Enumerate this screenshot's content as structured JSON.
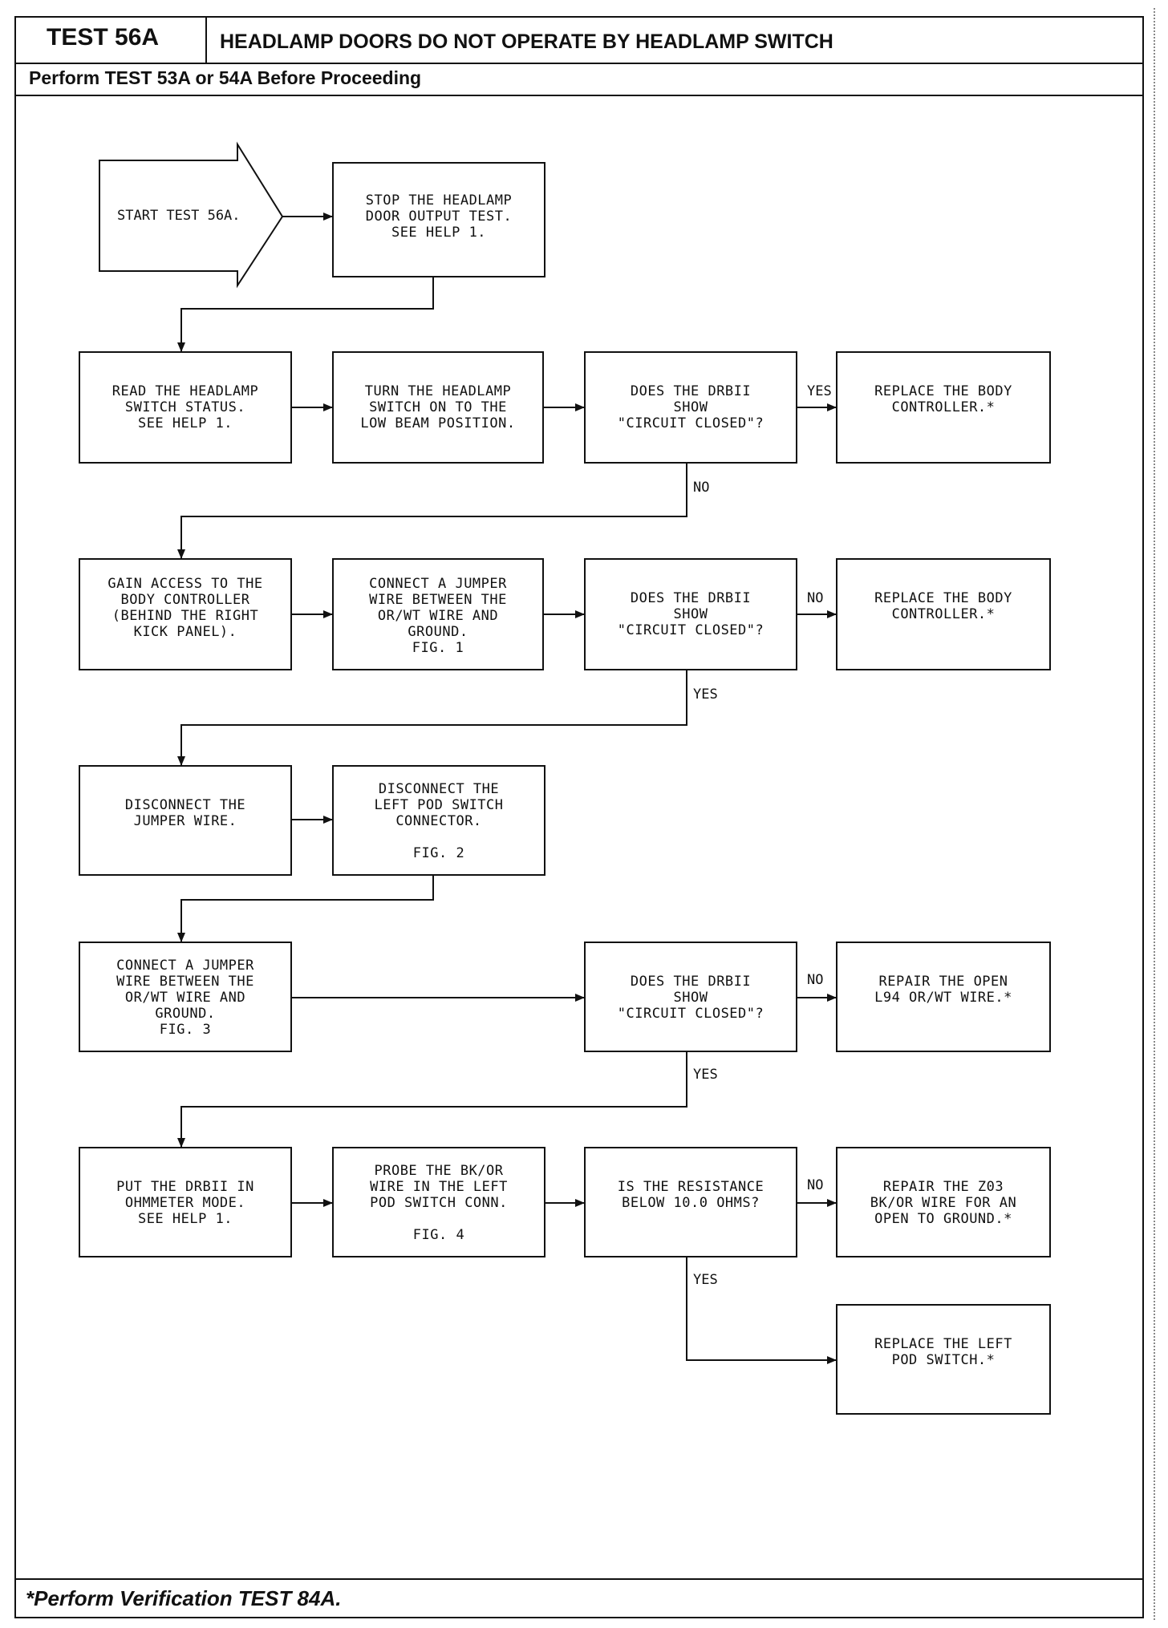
{
  "header": {
    "test_id": "TEST 56A",
    "title": "HEADLAMP DOORS DO NOT OPERATE BY HEADLAMP SWITCH",
    "subtitle": "Perform TEST 53A or 54A Before Proceeding"
  },
  "footer": {
    "note": "*Perform Verification TEST 84A."
  },
  "steps": {
    "start": "START TEST 56A.",
    "stop_output": "STOP THE HEADLAMP\nDOOR OUTPUT TEST.\nSEE HELP 1.",
    "read_status": "READ THE HEADLAMP\nSWITCH STATUS.\nSEE HELP 1.",
    "turn_switch": "TURN THE HEADLAMP\nSWITCH ON TO THE\nLOW BEAM POSITION.",
    "q1": "DOES THE DRBII\nSHOW\n\"CIRCUIT CLOSED\"?",
    "replace_body_1": "REPLACE THE BODY\nCONTROLLER.*",
    "gain_access": "GAIN ACCESS TO THE\nBODY CONTROLLER\n(BEHIND THE RIGHT\nKICK PANEL).",
    "connect_jumper_1": "CONNECT A JUMPER\nWIRE BETWEEN THE\nOR/WT WIRE AND\nGROUND.\nFIG. 1",
    "q2": "DOES THE DRBII\nSHOW\n\"CIRCUIT CLOSED\"?",
    "replace_body_2": "REPLACE THE BODY\nCONTROLLER.*",
    "disconnect_jumper": "DISCONNECT THE\nJUMPER WIRE.",
    "disconnect_pod": "DISCONNECT THE\nLEFT POD SWITCH\nCONNECTOR.\n\nFIG. 2",
    "connect_jumper_2": "CONNECT A JUMPER\nWIRE BETWEEN THE\nOR/WT WIRE AND\nGROUND.\nFIG. 3",
    "q3": "DOES THE DRBII\nSHOW\n\"CIRCUIT CLOSED\"?",
    "repair_open": "REPAIR THE OPEN\nL94 OR/WT WIRE.*",
    "ohmmeter": "PUT THE DRBII IN\nOHMMETER MODE.\nSEE HELP 1.",
    "probe": "PROBE THE BK/OR\nWIRE IN THE LEFT\nPOD SWITCH CONN.\n\nFIG. 4",
    "q4": "IS THE RESISTANCE\nBELOW 10.0 OHMS?",
    "repair_z03": "REPAIR THE Z03\nBK/OR WIRE FOR AN\nOPEN TO GROUND.*",
    "replace_pod": "REPLACE THE LEFT\nPOD SWITCH.*"
  },
  "labels": {
    "yes1": "YES",
    "no1": "NO",
    "no2": "NO",
    "yes2": "YES",
    "no3": "NO",
    "yes3": "YES",
    "no4": "NO",
    "yes4": "YES"
  }
}
